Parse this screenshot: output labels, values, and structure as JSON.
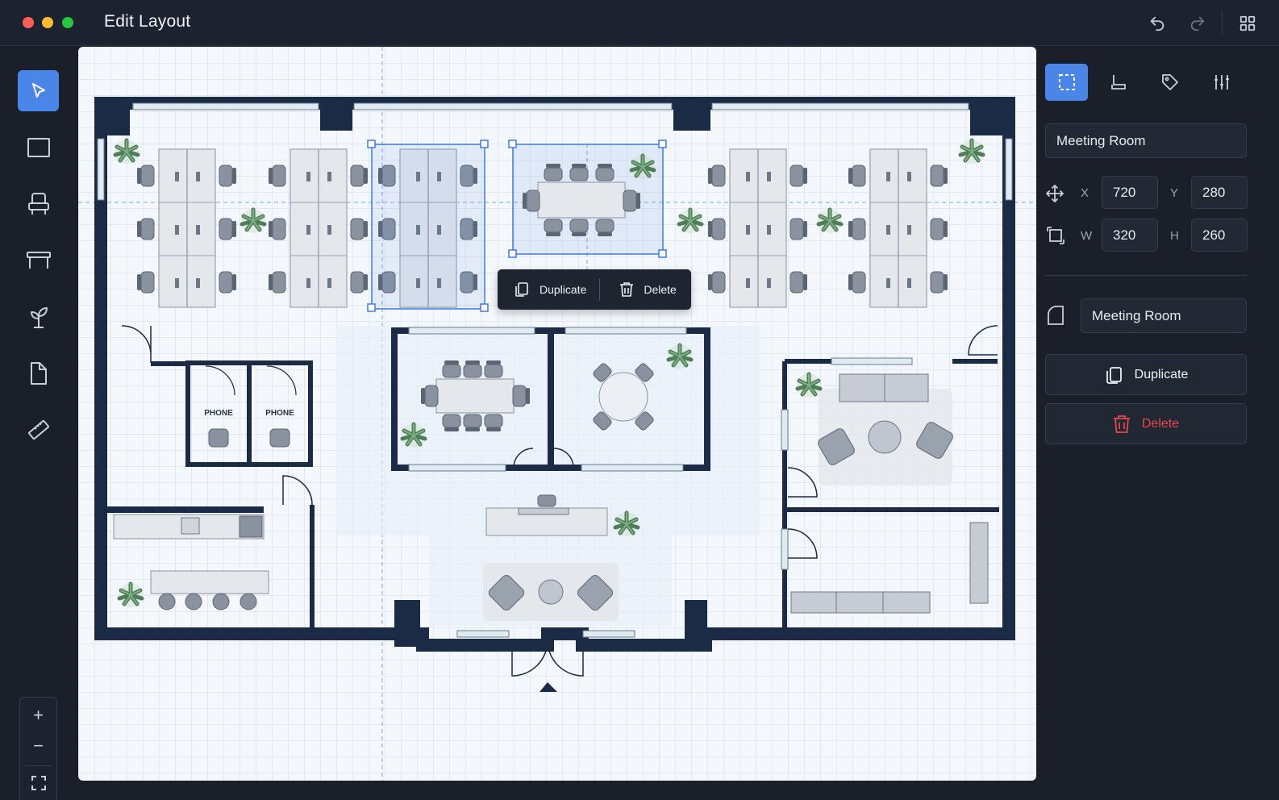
{
  "window": {
    "title": "Edit Layout"
  },
  "titlebar": {
    "traffic_colors": [
      "#ff5f57",
      "#febc2e",
      "#28c840"
    ]
  },
  "tools": [
    {
      "name": "select",
      "icon": "pointer-icon",
      "active": true
    },
    {
      "name": "room",
      "icon": "rectangle-icon"
    },
    {
      "name": "chair",
      "icon": "chair-icon"
    },
    {
      "name": "table",
      "icon": "table-icon"
    },
    {
      "name": "plant",
      "icon": "plant-icon"
    },
    {
      "name": "door",
      "icon": "door-icon"
    },
    {
      "name": "measure",
      "icon": "ruler-icon"
    }
  ],
  "zoom": {
    "in": "+",
    "out": "−"
  },
  "floorplan": {
    "phone_label_1": "PHONE",
    "phone_label_2": "PHONE"
  },
  "context_menu": {
    "duplicate": "Duplicate",
    "delete": "Delete"
  },
  "panel": {
    "tabs": [
      "selection-icon",
      "furniture-icon",
      "tag-icon",
      "sliders-icon"
    ],
    "name": "Meeting Room",
    "x_label": "X",
    "x": "720",
    "y_label": "Y",
    "y": "280",
    "w_label": "W",
    "w": "320",
    "h_label": "H",
    "h": "260",
    "room_type": "Meeting Room",
    "duplicate": "Duplicate",
    "delete": "Delete"
  },
  "colors": {
    "accent": "#4a86e8",
    "danger": "#e5484d",
    "wall": "#1c2b45"
  }
}
